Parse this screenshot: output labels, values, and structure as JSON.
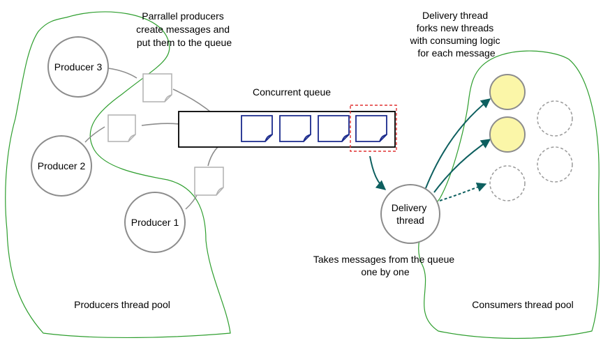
{
  "annotations": {
    "producers_note": [
      "Parrallel producers",
      "create messages and",
      "put them to the queue"
    ],
    "delivery_note": [
      "Delivery thread",
      "forks new threads",
      "with consuming logic",
      "for each message"
    ],
    "queue_title": "Concurrent queue",
    "takes_note": [
      "Takes messages from the queue",
      "one by one"
    ]
  },
  "producers": [
    {
      "label": "Producer 3"
    },
    {
      "label": "Producer 2"
    },
    {
      "label": "Producer 1"
    }
  ],
  "delivery": {
    "lines": [
      "Delivery",
      "thread"
    ]
  },
  "pools": {
    "producers": "Producers thread pool",
    "consumers": "Consumers thread pool"
  },
  "colors": {
    "pool_outline": "#2e9e2e",
    "queue_message": "#1a2a8c",
    "selected_message_border": "#e03030",
    "delivery_arrow": "#0d5f5f",
    "active_consumer_fill": "#fbf6a8",
    "producer_arrow": "#8c8c8c",
    "pending_message": "#b0b0b0"
  }
}
